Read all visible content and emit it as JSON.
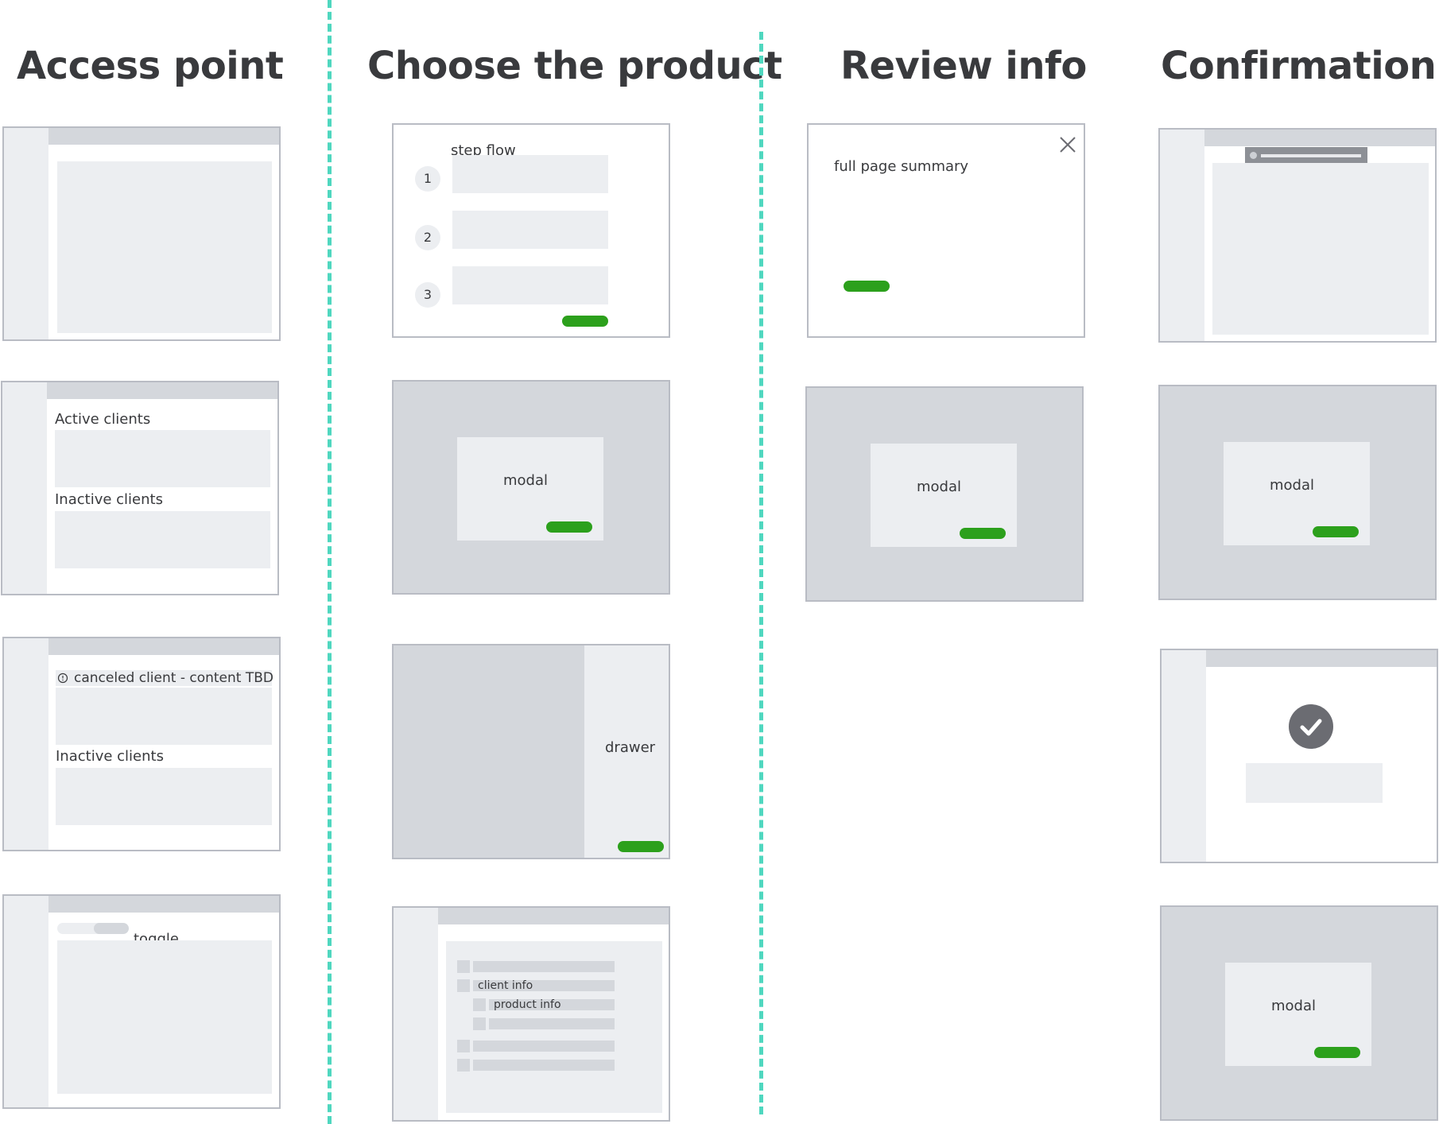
{
  "columns": {
    "access_point": "Access point",
    "choose_product": "Choose the product",
    "review_info": "Review info",
    "confirmation": "Confirmation"
  },
  "access_point": {
    "active_clients": "Active clients",
    "inactive_clients": "Inactive clients",
    "canceled_client": "canceled client - content TBD",
    "inactive_clients_2": "Inactive clients",
    "toggle": "toggle"
  },
  "choose_product": {
    "step_flow": "step flow",
    "steps": [
      "1",
      "2",
      "3"
    ],
    "modal": "modal",
    "drawer": "drawer",
    "client_info": "client info",
    "product_info": "product info"
  },
  "review_info": {
    "full_page_summary": "full page summary",
    "modal": "modal"
  },
  "confirmation": {
    "modal_1": "modal",
    "modal_2": "modal"
  },
  "colors": {
    "accent_green": "#2ca01c",
    "divider_teal": "#4fd7bf",
    "frame_border": "#b9bcc4",
    "panel_gray": "#d4d7dc",
    "light_gray": "#eceef1",
    "text_dark": "#393a3d"
  },
  "icons": [
    "close-icon",
    "info-icon",
    "checkmark-icon"
  ]
}
